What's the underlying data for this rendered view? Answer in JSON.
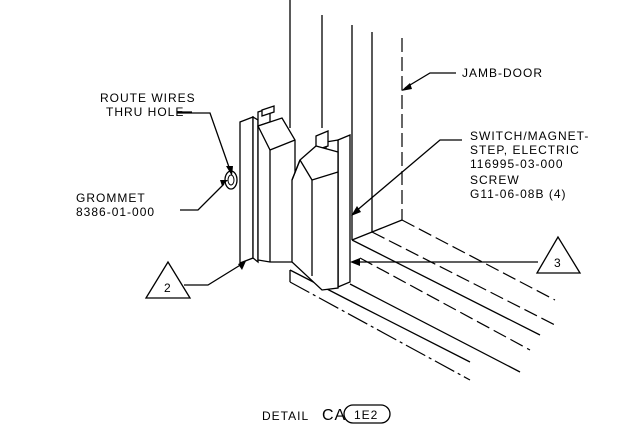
{
  "labels": {
    "route_wires_line1": "ROUTE WIRES",
    "route_wires_line2": "THRU HOLE",
    "grommet_line1": "GROMMET",
    "grommet_line2": "8386-01-000",
    "jamb_door": "JAMB-DOOR",
    "switch_line1": "SWITCH/MAGNET-",
    "switch_line2": "STEP, ELECTRIC",
    "switch_line3": "116995-03-000",
    "screw_line1": "SCREW",
    "screw_line2": "G11-06-08B (4)",
    "callout_2": "2",
    "callout_3": "3"
  },
  "title": {
    "detail_text": "DETAIL",
    "detail_id": "CA",
    "sheet_ref": "1E2"
  }
}
